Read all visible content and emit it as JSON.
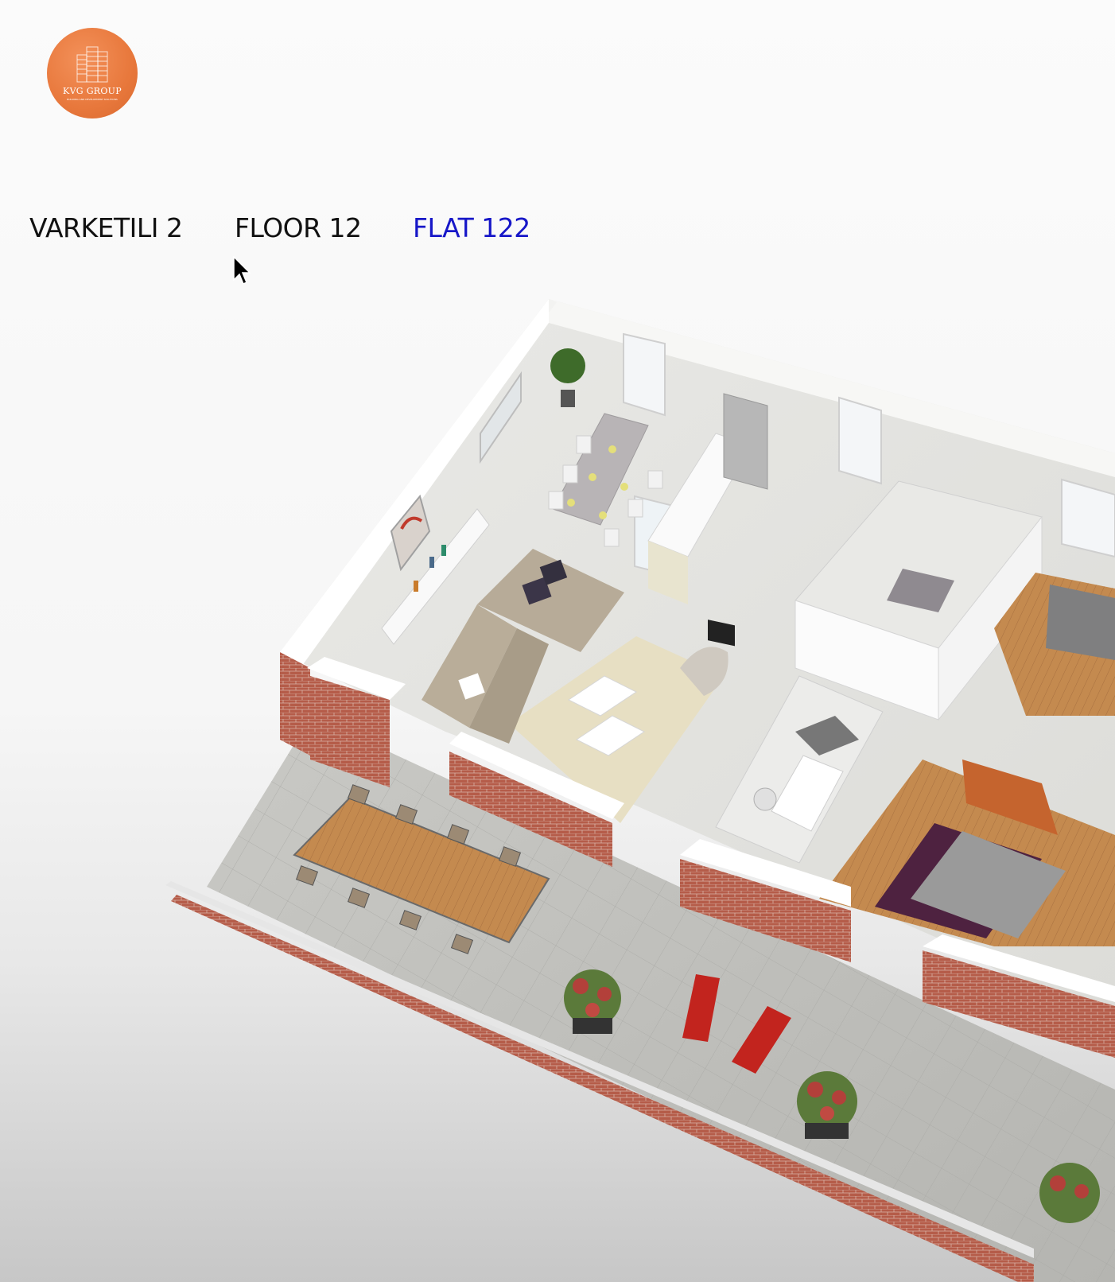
{
  "logo": {
    "name": "KVG GROUP",
    "tagline": "BUILDING AND DEVELOPMENT SOLUTIONS"
  },
  "breadcrumb": {
    "items": [
      {
        "label": "VARKETILI 2"
      },
      {
        "label": "FLOOR 12"
      },
      {
        "label": "FLAT 122",
        "active": true
      }
    ],
    "active_color": "#1717c8"
  },
  "floor_plan": {
    "alt": "3D floor plan of flat 122"
  }
}
